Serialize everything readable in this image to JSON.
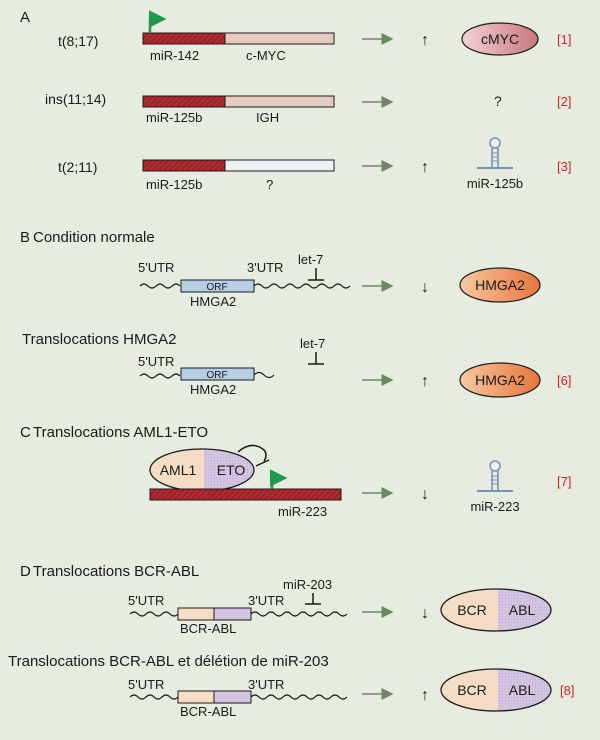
{
  "panels": {
    "a": {
      "letter": "A",
      "rows": [
        {
          "label": "t(8;17)",
          "left_gene": "miR-142",
          "right_gene": "c-MYC",
          "arrow": "↑",
          "product": "cMYC",
          "ref": "[1]"
        },
        {
          "label": "ins(11;14)",
          "left_gene": "miR-125b",
          "right_gene": "IGH",
          "arrow": "",
          "product": "?",
          "ref": "[2]"
        },
        {
          "label": "t(2;11)",
          "left_gene": "miR-125b",
          "right_gene": "?",
          "arrow": "↑",
          "product": "miR-125b",
          "ref": "[3]"
        }
      ]
    },
    "b": {
      "letter": "B",
      "title": "Condition normale",
      "title2": "Translocations HMGA2",
      "utr5": "5'UTR",
      "utr3": "3'UTR",
      "orf": "ORF",
      "gene": "HMGA2",
      "mirna": "let-7",
      "row1": {
        "arrow": "↓",
        "product": "HMGA2"
      },
      "row2": {
        "arrow": "↑",
        "product": "HMGA2",
        "ref": "[6]"
      }
    },
    "c": {
      "letter": "C",
      "title": "Translocations AML1-ETO",
      "complex_left": "AML1",
      "complex_right": "ETO",
      "gene": "miR-223",
      "arrow": "↓",
      "product": "miR-223",
      "ref": "[7]"
    },
    "d": {
      "letter": "D",
      "title": "Translocations BCR-ABL",
      "title2": "Translocations BCR-ABL et délétion de miR-203",
      "utr5": "5'UTR",
      "utr3": "3'UTR",
      "gene": "BCR-ABL",
      "mirna": "miR-203",
      "product_left": "BCR",
      "product_right": "ABL",
      "row1": {
        "arrow": "↓"
      },
      "row2": {
        "arrow": "↑",
        "ref": "[8]"
      }
    }
  },
  "colors": {
    "background": "#e6ede0",
    "mirna_bar": "#b02a30",
    "gene_bar": "#e6cbc0",
    "orf_box": "#b6cde6",
    "hmga2_product": "#ec8c4e",
    "cmyc_product": "#dba0a6",
    "bcr": "#f4ddc4",
    "abl": "#d4c4e2",
    "arrow": "#6a8a60",
    "promoter": "#1e9a4c",
    "hairpin": "#7a8fb6",
    "ref": "#d2232a"
  }
}
